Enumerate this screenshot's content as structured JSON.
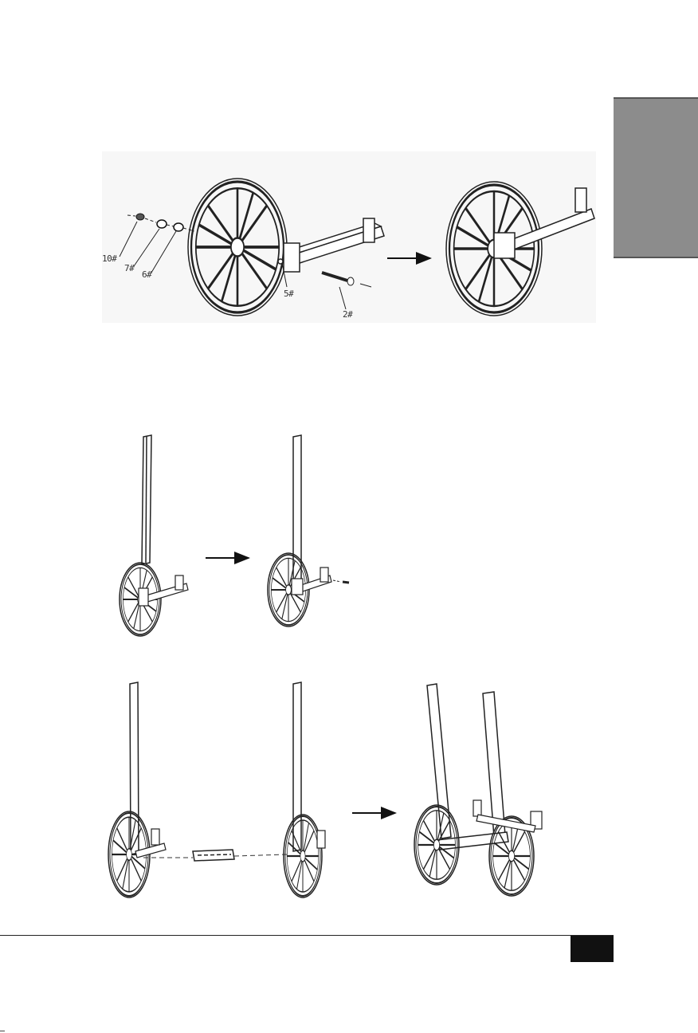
{
  "labels": {
    "nut": "10#",
    "washer_a": "7#",
    "washer_b": "6#",
    "spacer": "5#",
    "bolt": "2#"
  },
  "colors": {
    "side_tab": "#8c8c8c",
    "page_box": "#111111",
    "line": "#333333"
  },
  "icons": [
    "arrow-right-icon",
    "wheel-icon",
    "axle-icon",
    "post-icon",
    "bolt-icon",
    "cart-icon"
  ]
}
